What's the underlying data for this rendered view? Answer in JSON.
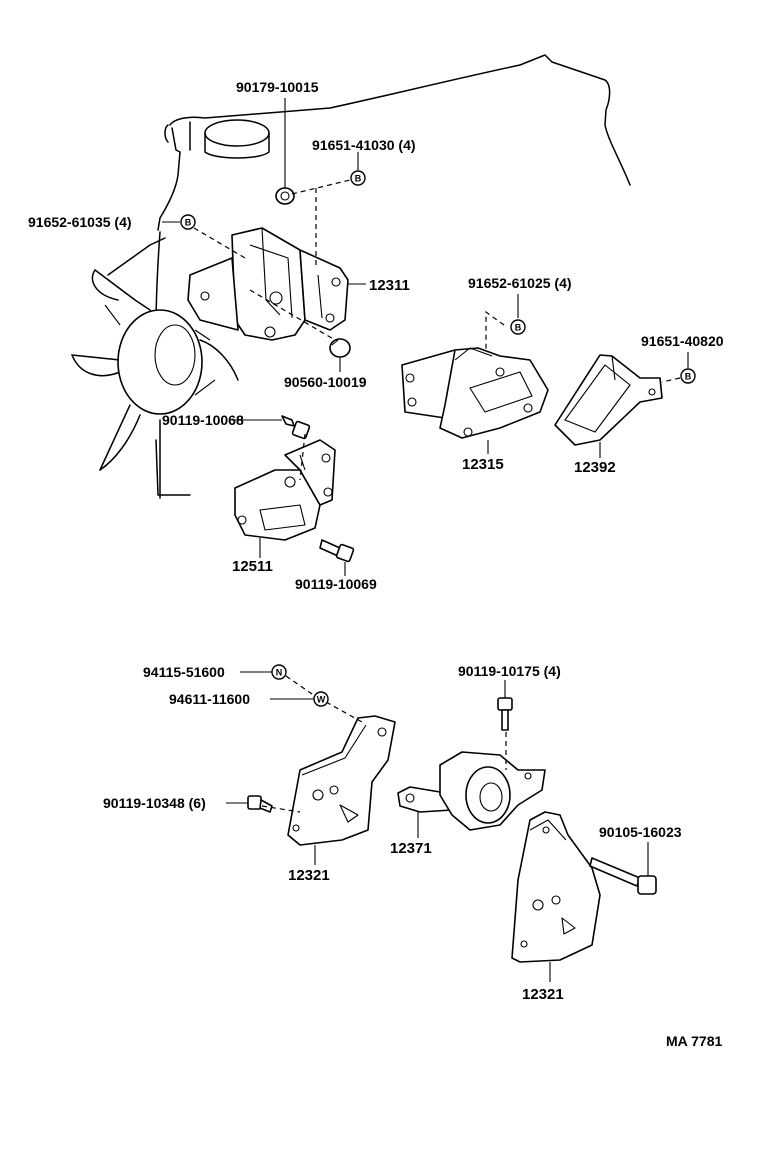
{
  "diagram_code": "MA 7781",
  "callouts": [
    {
      "id": "c1",
      "text": "90179-10015"
    },
    {
      "id": "c2",
      "text": "91651-41030 (4)"
    },
    {
      "id": "c3",
      "text": "91652-61035 (4)"
    },
    {
      "id": "c4",
      "text": "12311"
    },
    {
      "id": "c5",
      "text": "91652-61025 (4)"
    },
    {
      "id": "c6",
      "text": "91651-40820"
    },
    {
      "id": "c7",
      "text": "90560-10019"
    },
    {
      "id": "c8",
      "text": "90119-10068"
    },
    {
      "id": "c9",
      "text": "12315"
    },
    {
      "id": "c10",
      "text": "12392"
    },
    {
      "id": "c11",
      "text": "12511"
    },
    {
      "id": "c12",
      "text": "90119-10069"
    },
    {
      "id": "c13",
      "text": "94115-51600"
    },
    {
      "id": "c14",
      "text": "90119-10175 (4)"
    },
    {
      "id": "c15",
      "text": "94611-11600"
    },
    {
      "id": "c16",
      "text": "90119-10348 (6)"
    },
    {
      "id": "c17",
      "text": "90105-16023"
    },
    {
      "id": "c18",
      "text": "12371"
    },
    {
      "id": "c19",
      "text": "12321"
    },
    {
      "id": "c20",
      "text": "12321"
    }
  ],
  "marks": {
    "b": "B",
    "n": "N",
    "w": "W"
  }
}
